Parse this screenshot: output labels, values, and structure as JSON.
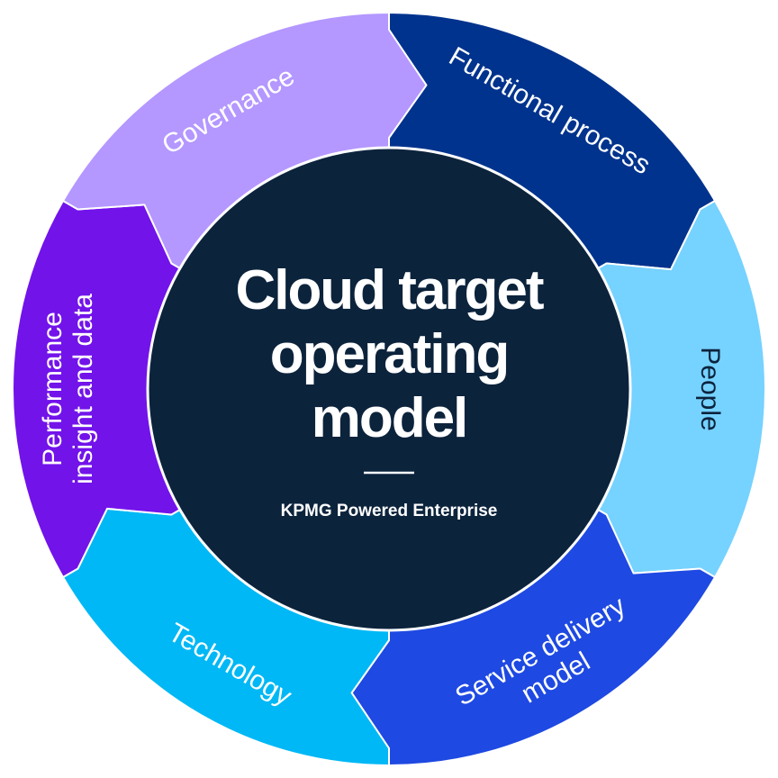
{
  "center": {
    "title_lines": [
      "Cloud target",
      "operating",
      "model"
    ],
    "subtitle": "KPMG Powered Enterprise"
  },
  "segments": [
    {
      "id": "functional-process",
      "label_lines": [
        "Functional process"
      ],
      "color": "#00338d"
    },
    {
      "id": "people",
      "label_lines": [
        "People"
      ],
      "color": "#76d2ff"
    },
    {
      "id": "service-delivery-model",
      "label_lines": [
        "Service delivery",
        "model"
      ],
      "color": "#1e49e2"
    },
    {
      "id": "technology",
      "label_lines": [
        "Technology"
      ],
      "color": "#00b8f5"
    },
    {
      "id": "performance-insight-and-data",
      "label_lines": [
        "Performance",
        "insight and data"
      ],
      "color": "#7213ea"
    },
    {
      "id": "governance",
      "label_lines": [
        "Governance"
      ],
      "color": "#b497ff"
    }
  ],
  "colors": {
    "center_fill": "#0c233c",
    "divider": "#ffffff"
  }
}
